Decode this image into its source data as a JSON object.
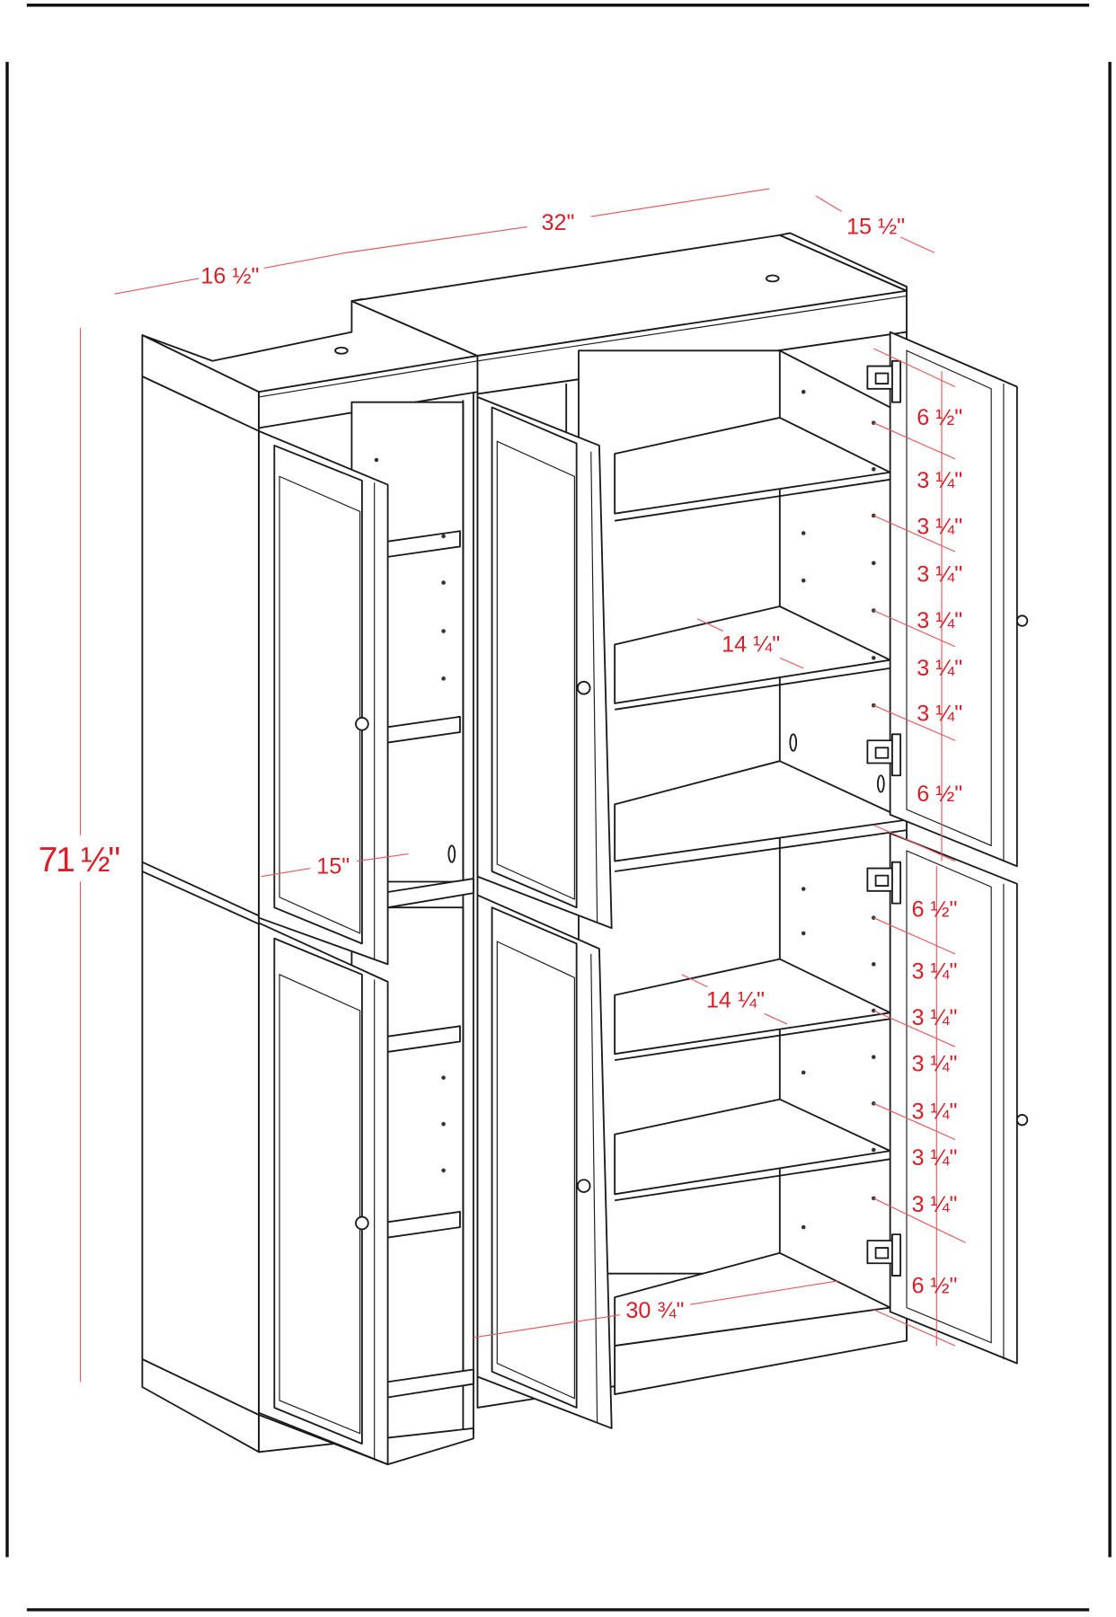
{
  "dimensions": {
    "left_width": "16 ½\"",
    "right_width": "32\"",
    "depth": "15 ½\"",
    "height": "71 ½\"",
    "left_door_width": "15\"",
    "upper_shelf_depth": "14 ¼\"",
    "lower_shelf_depth": "14 ¼\"",
    "interior_width": "30 ¾\"",
    "upper_spacing": [
      "6 ½\"",
      "3 ¼\"",
      "3 ¼\"",
      "3 ¼\"",
      "3 ¼\"",
      "3 ¼\"",
      "3 ¼\"",
      "6 ½\""
    ],
    "lower_spacing": [
      "6 ½\"",
      "3 ¼\"",
      "3 ¼\"",
      "3 ¼\"",
      "3 ¼\"",
      "3 ¼\"",
      "3 ¼\"",
      "6 ½\""
    ]
  },
  "colors": {
    "dimension": "#d81e27",
    "line": "#1a1a1a"
  }
}
